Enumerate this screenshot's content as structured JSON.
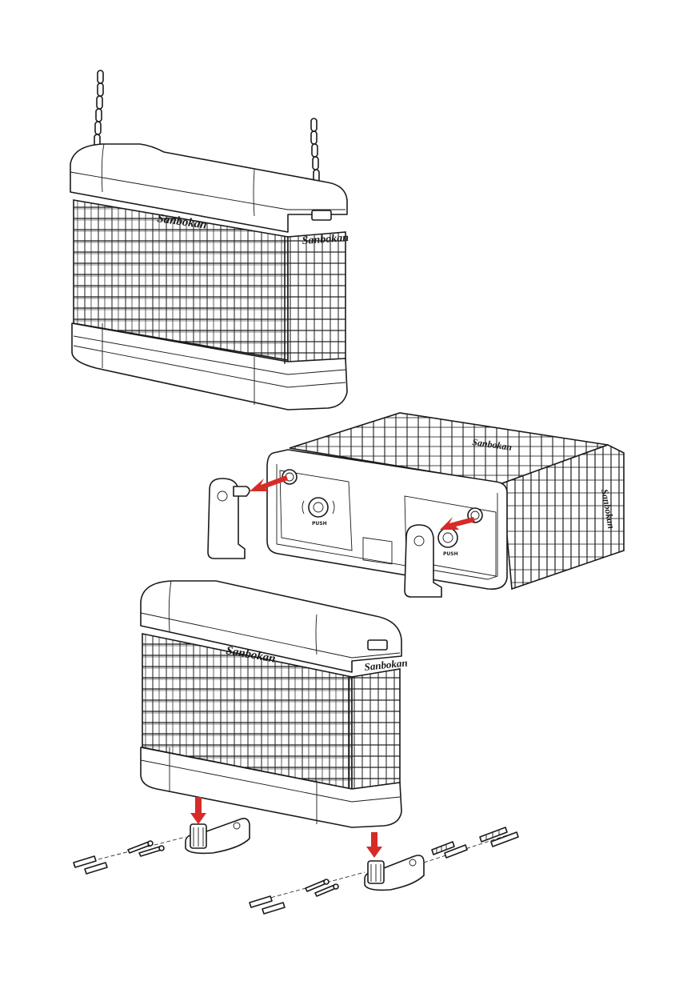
{
  "brand": {
    "logo_text": "Sanbokan"
  },
  "labels": {
    "push": "PUSH"
  },
  "colors": {
    "line": "#1a1a1a",
    "arrow": "#d62b26",
    "background": "#ffffff"
  },
  "steps": [
    {
      "id": "hanging",
      "description_icon": "chain-hanging-unit"
    },
    {
      "id": "remove-feet",
      "description_icon": "push-release-feet"
    },
    {
      "id": "wall-mount",
      "description_icon": "feet-screws-anchors"
    }
  ]
}
